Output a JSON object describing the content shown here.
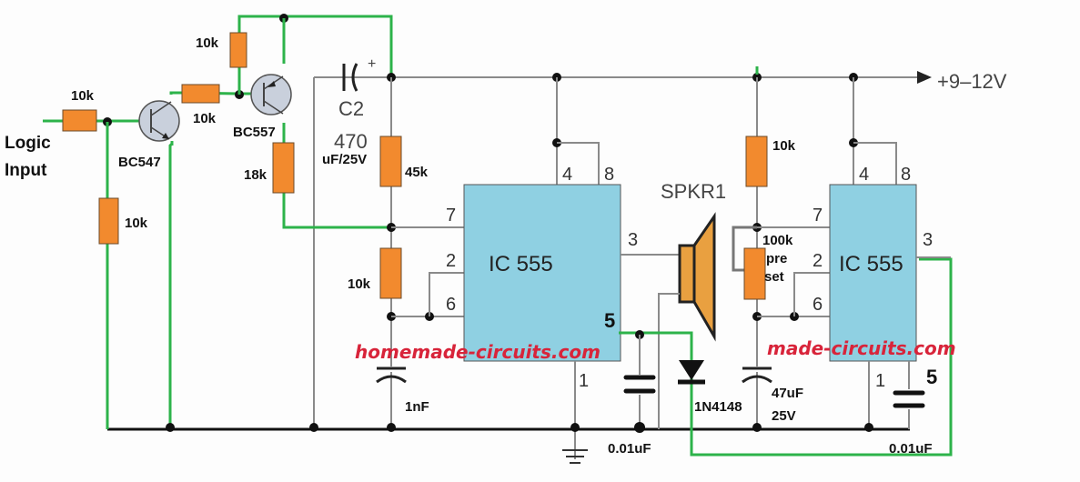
{
  "title_labels": {
    "logic_input_line1": "Logic",
    "logic_input_line2": "Input",
    "supply": "+9–12V"
  },
  "components": {
    "r_input": "10k",
    "r_pulldown": "10k",
    "r_base_557": "10k",
    "r_bias_557": "10k",
    "r_18k": "18k",
    "q1": "BC547",
    "q2": "BC557",
    "c2_name": "C2",
    "c2_value": "470",
    "c2_rating": "uF/25V",
    "c2_plus": "+",
    "r_45k": "45k",
    "r_10k_timing1": "10k",
    "c_1nF": "1nF",
    "ic1": "IC 555",
    "ic2": "IC 555",
    "speaker": "SPKR1",
    "diode": "1N4148",
    "c_ctrl1": "0.01uF",
    "c_ctrl2": "0.01uF",
    "r_10k_timing2": "10k",
    "preset_line1": "100k",
    "preset_line2": "pre",
    "preset_line3": "set",
    "c_47_line1": "47uF",
    "c_47_line2": "25V"
  },
  "pins": {
    "ic1": {
      "p4": "4",
      "p8": "8",
      "p7": "7",
      "p2": "2",
      "p6": "6",
      "p3": "3",
      "p1": "1",
      "p5": "5"
    },
    "ic2": {
      "p4": "4",
      "p8": "8",
      "p7": "7",
      "p2": "2",
      "p6": "6",
      "p3": "3",
      "p1": "1",
      "p5": "5"
    }
  },
  "watermark": {
    "text1": "homemade-circuits.com",
    "text2": "made-circuits.com"
  },
  "colors": {
    "ic_fill": "#8fd0e2",
    "resistor": "#f28a2e",
    "added_wire": "#2db34a",
    "watermark": "#d8243a"
  }
}
